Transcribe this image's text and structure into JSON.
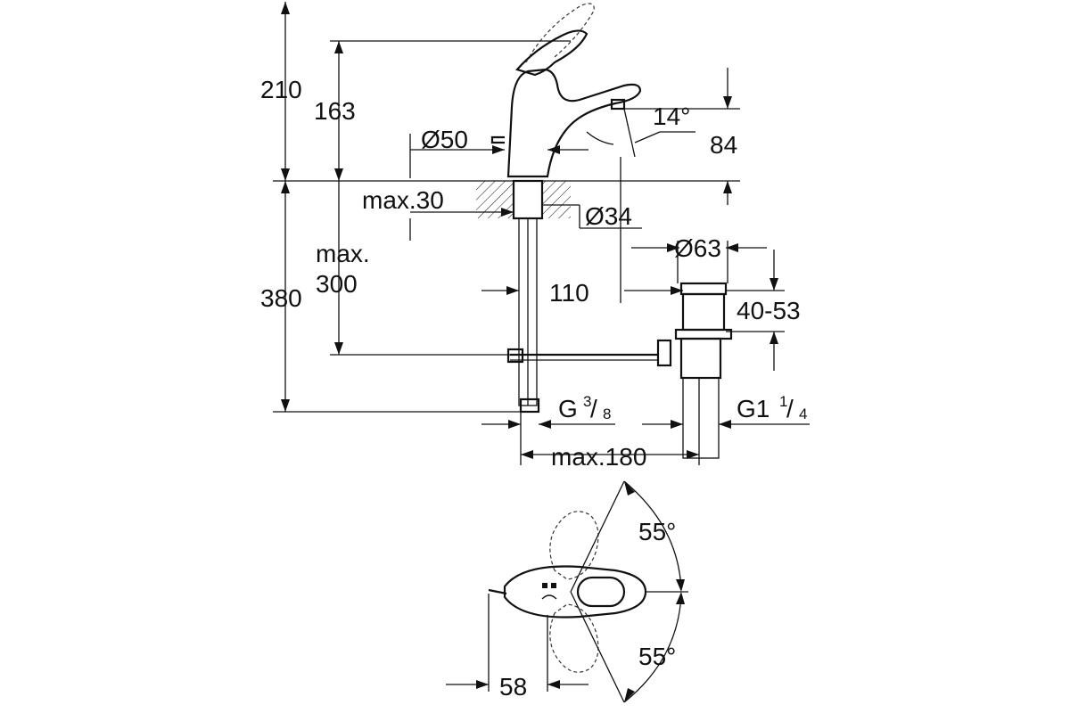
{
  "dimensions": {
    "d210": "210",
    "d163": "163",
    "d50": "Ø50",
    "d14": "14°",
    "d84": "84",
    "d_max30": "max.30",
    "d34": "Ø34",
    "d63": "Ø63",
    "d_max300_line1": "max.",
    "d_max300_line2": "300",
    "d380": "380",
    "d110": "110",
    "d40_53": "40-53",
    "g38_main": "G",
    "g38_num": "3",
    "g38_den": "8",
    "g114_main": "G1",
    "g114_num": "1",
    "g114_den": "4",
    "d_max180": "max.180",
    "a55_top": "55°",
    "a55_bottom": "55°",
    "d58": "58"
  }
}
